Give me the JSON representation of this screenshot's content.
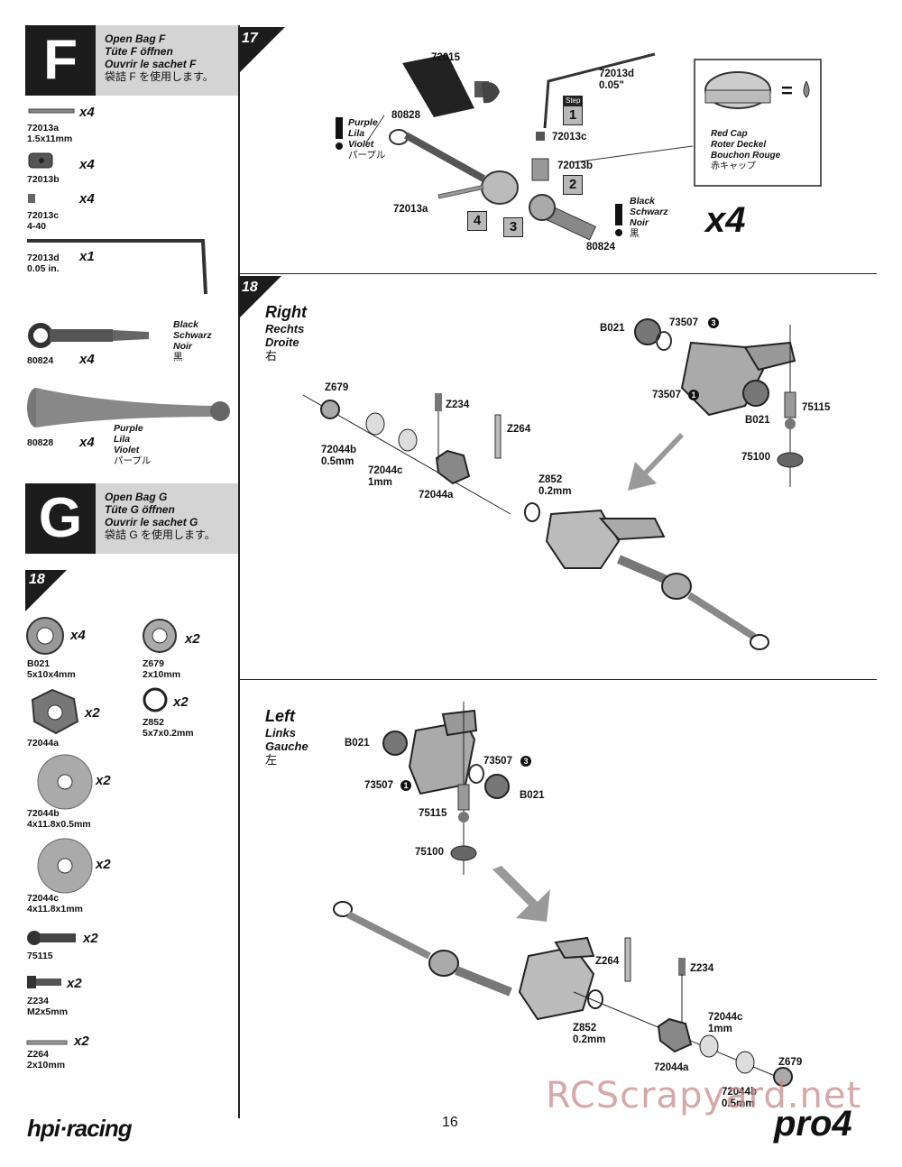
{
  "bag_f": {
    "letter": "F",
    "lines": [
      "Open Bag F",
      "Tüte F öffnen",
      "Ouvrir le sachet F"
    ],
    "jp": "袋詰 F を使用します。"
  },
  "bag_g": {
    "letter": "G",
    "lines": [
      "Open Bag G",
      "Tüte G öffnen",
      "Ouvrir le sachet G"
    ],
    "jp": "袋詰 G を使用します。"
  },
  "parts_f": [
    {
      "id": "72013a",
      "spec": "1.5x11mm",
      "qty": "x4"
    },
    {
      "id": "72013b",
      "spec": "",
      "qty": "x4"
    },
    {
      "id": "72013c",
      "spec": "4-40",
      "qty": "x4"
    },
    {
      "id": "72013d",
      "spec": "0.05 in.",
      "qty": "x1"
    },
    {
      "id": "80824",
      "spec": "",
      "qty": "x4",
      "color": [
        "Black",
        "Schwarz",
        "Noir",
        "黒"
      ]
    },
    {
      "id": "80828",
      "spec": "",
      "qty": "x4",
      "color": [
        "Purple",
        "Lila",
        "Violet",
        "パープル"
      ]
    }
  ],
  "parts_g_step": "18",
  "parts_g": [
    {
      "id": "B021",
      "spec": "5x10x4mm",
      "qty": "x4"
    },
    {
      "id": "Z679",
      "spec": "2x10mm",
      "qty": "x2"
    },
    {
      "id": "Z852",
      "spec": "5x7x0.2mm",
      "qty": "x2"
    },
    {
      "id": "72044a",
      "spec": "",
      "qty": "x2"
    },
    {
      "id": "72044b",
      "spec": "4x11.8x0.5mm",
      "qty": "x2"
    },
    {
      "id": "72044c",
      "spec": "4x11.8x1mm",
      "qty": "x2"
    },
    {
      "id": "75115",
      "spec": "",
      "qty": "x2"
    },
    {
      "id": "Z234",
      "spec": "M2x5mm",
      "qty": "x2"
    },
    {
      "id": "Z264",
      "spec": "2x10mm",
      "qty": "x2"
    }
  ],
  "step17": {
    "num": "17",
    "labels": {
      "p72015": "72015",
      "p72013d": "72013d",
      "p72013d_spec": "0.05\"",
      "p80828": "80828",
      "p72013c": "72013c",
      "p72013b": "72013b",
      "p72013a": "72013a",
      "p80824": "80824",
      "step_word": "Step"
    },
    "purple": [
      "Purple",
      "Lila",
      "Violet",
      "パープル"
    ],
    "black": [
      "Black",
      "Schwarz",
      "Noir",
      "黒"
    ],
    "redcap": [
      "Red Cap",
      "Roter Deckel",
      "Bouchon Rouge",
      "赤キャップ"
    ],
    "equals": "=",
    "x4": "x4",
    "boxes": [
      "1",
      "2",
      "3",
      "4"
    ]
  },
  "step18": {
    "num": "18",
    "right": {
      "title": "Right",
      "sub": [
        "Rechts",
        "Droite",
        "右"
      ]
    },
    "left": {
      "title": "Left",
      "sub": [
        "Links",
        "Gauche",
        "左"
      ]
    },
    "labels": {
      "b021": "B021",
      "p73507": "73507",
      "c3": "3",
      "c1": "1",
      "p75115": "75115",
      "p75100": "75100",
      "z679": "Z679",
      "z234": "Z234",
      "z264": "Z264",
      "z852": "Z852",
      "z852s": "0.2mm",
      "p72044a": "72044a",
      "p72044b": "72044b",
      "p72044bs": "0.5mm",
      "p72044c": "72044c",
      "p72044cs": "1mm"
    }
  },
  "footer": {
    "page": "16",
    "brand_left": "hpi·racing",
    "brand_right": "pro4",
    "watermark": "RCScrapyard.net"
  }
}
